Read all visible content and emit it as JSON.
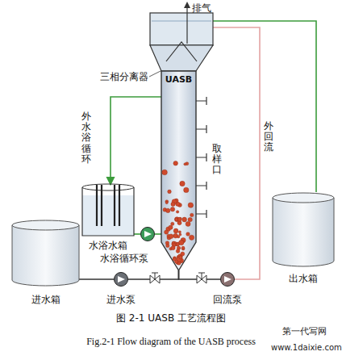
{
  "diagram": {
    "caption": "图 2-1 UASB 工艺流程图",
    "nodes": [
      {
        "text": [
          "三相分离器"
        ]
      },
      {
        "text": [
          "UASB"
        ]
      },
      {
        "text": [
          "水浴水箱"
        ]
      },
      {
        "text": [
          "水浴循环泵"
        ]
      },
      {
        "text": [
          "进水箱"
        ]
      },
      {
        "text": [
          "进水泵"
        ]
      },
      {
        "text": [
          "回流泵"
        ]
      },
      {
        "text": [
          "出水箱"
        ]
      }
    ],
    "edges": [
      {
        "from": 4,
        "to": 5,
        "arrow": "none"
      },
      {
        "from": 5,
        "to": 1,
        "arrow": "none"
      },
      {
        "from": 6,
        "to": 1,
        "arrow": "none"
      },
      {
        "from": 0,
        "to": 6,
        "label": "外回流",
        "arrow": "none"
      },
      {
        "from": 0,
        "to": 7,
        "arrow": "none"
      },
      {
        "from": 1,
        "to": 2,
        "label": "外水浴循环",
        "arrow": "to"
      },
      {
        "from": 2,
        "to": 3,
        "arrow": "none"
      },
      {
        "from": 3,
        "to": 1,
        "arrow": "none"
      }
    ],
    "labels": [
      "排气",
      "取样口",
      "Fig.2-1 Flow diagram of the UASB process",
      "第一代写网",
      "www.1daixie.com"
    ]
  }
}
